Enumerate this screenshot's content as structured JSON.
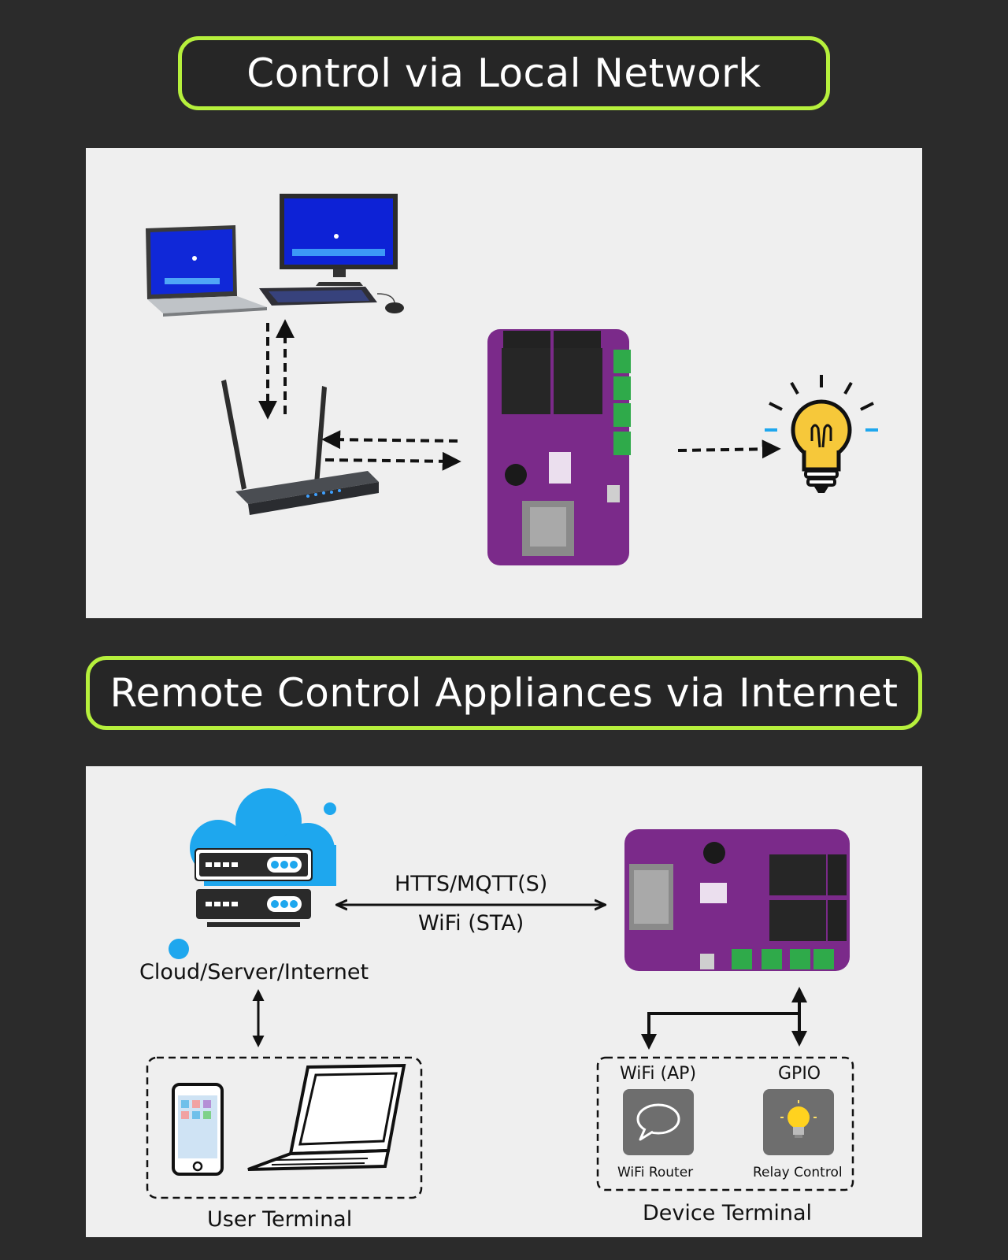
{
  "banners": {
    "local": "Control via Local Network",
    "remote": "Remote Control Appliances via Internet"
  },
  "local_panel": {
    "icons": [
      "laptop-icon",
      "desktop-computer-icon",
      "wifi-router-icon",
      "relay-board-icon",
      "light-bulb-icon"
    ]
  },
  "remote_panel": {
    "cloud_label": "Cloud/Server/Internet",
    "protocol_label": "HTTS/MQTT(S)",
    "wifi_sta_label": "WiFi (STA)",
    "user_terminal_label": "User Terminal",
    "device_terminal_label": "Device Terminal",
    "wifi_ap_label": "WiFi (AP)",
    "gpio_label": "GPIO",
    "wifi_router_label": "WiFi Router",
    "relay_control_label": "Relay Control"
  },
  "colors": {
    "background": "#2b2b2b",
    "banner_border": "#b6f03c",
    "panel": "#efefef",
    "cloud": "#1ea7ee",
    "board": "#7b2a8a"
  }
}
